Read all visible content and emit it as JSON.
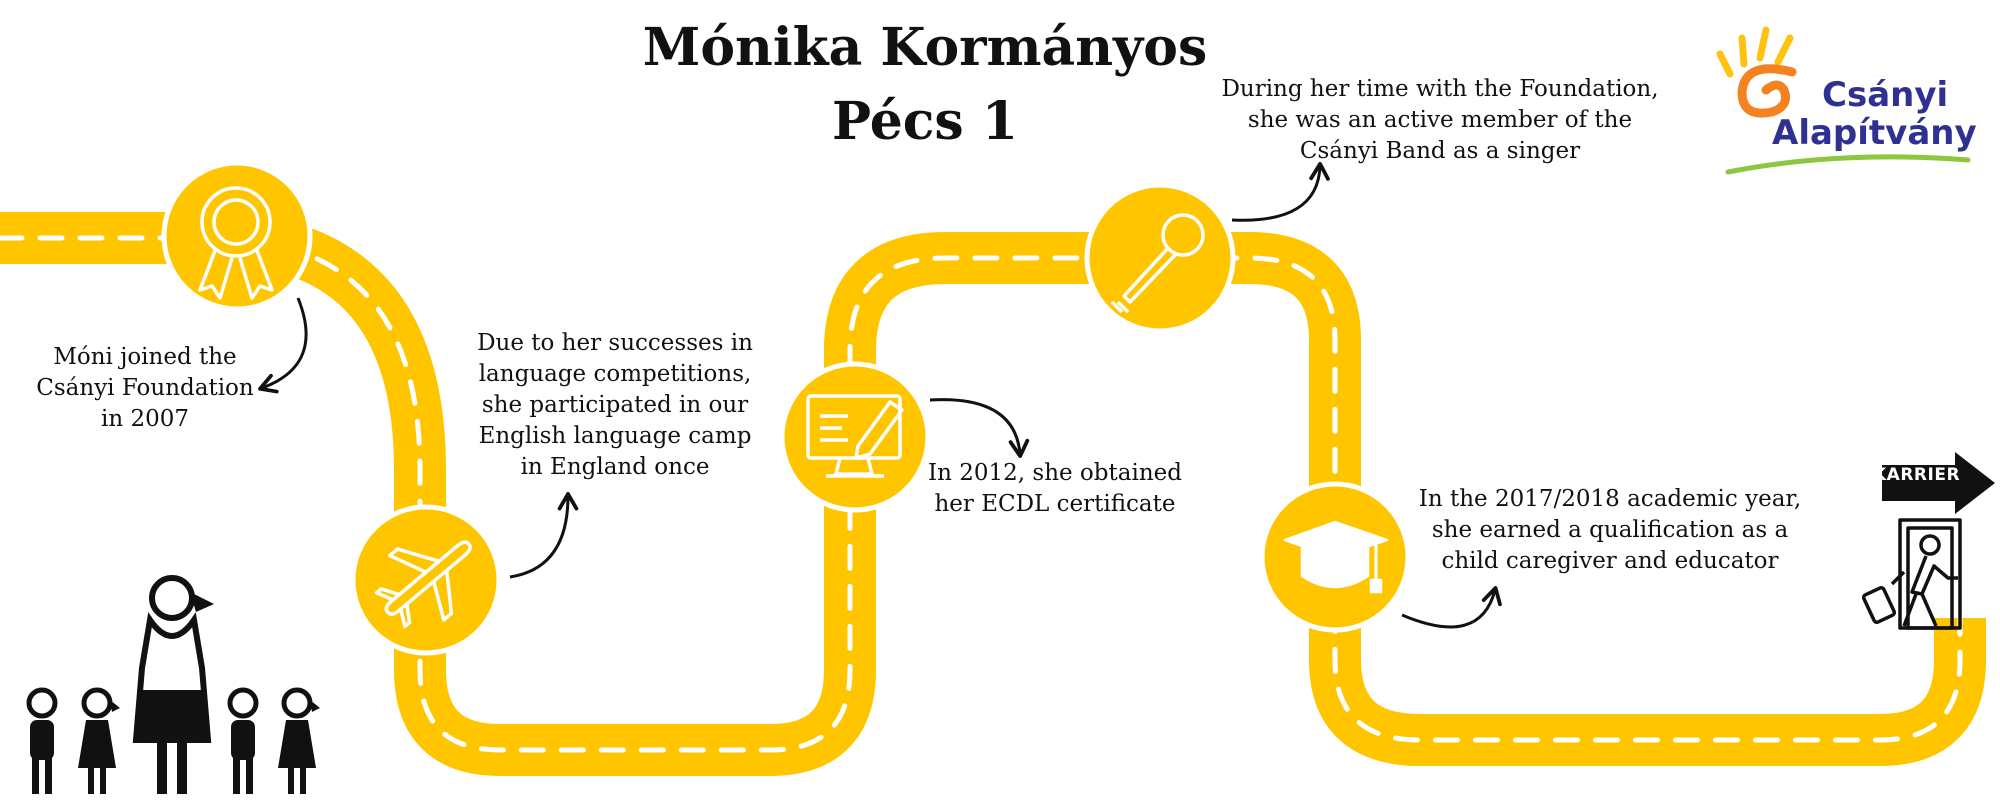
{
  "title": {
    "line1": "Mónika Kormányos",
    "line2": "Pécs 1"
  },
  "logo": {
    "line1": "Csányi",
    "line2": "Alapítvány",
    "colors": {
      "orange": "#f58220",
      "yellow": "#ffc20e",
      "blue": "#2e3192",
      "green": "#8dc63f"
    }
  },
  "colors": {
    "road": "#ffc600",
    "dash": "#ffffff",
    "ink": "#111111"
  },
  "milestones": [
    {
      "icon": "award-ribbon-icon",
      "text": "Móni joined the\nCsányi Foundation\nin 2007"
    },
    {
      "icon": "airplane-icon",
      "text": "Due to her successes in\nlanguage competitions,\nshe participated in our\nEnglish language camp\nin England once"
    },
    {
      "icon": "computer-certificate-icon",
      "text": "In 2012, she obtained\nher ECDL certificate"
    },
    {
      "icon": "microphone-icon",
      "text": "During her time with the Foundation,\nshe was an active member of the\nCsányi Band as a singer"
    },
    {
      "icon": "graduation-cap-icon",
      "text": "In the 2017/2018 academic year,\nshe earned a qualification as a\nchild caregiver and educator"
    }
  ],
  "career": {
    "label": "KARRIER",
    "icon": "exit-door-traveler-icon"
  },
  "family_icon": "family-silhouette-icon"
}
